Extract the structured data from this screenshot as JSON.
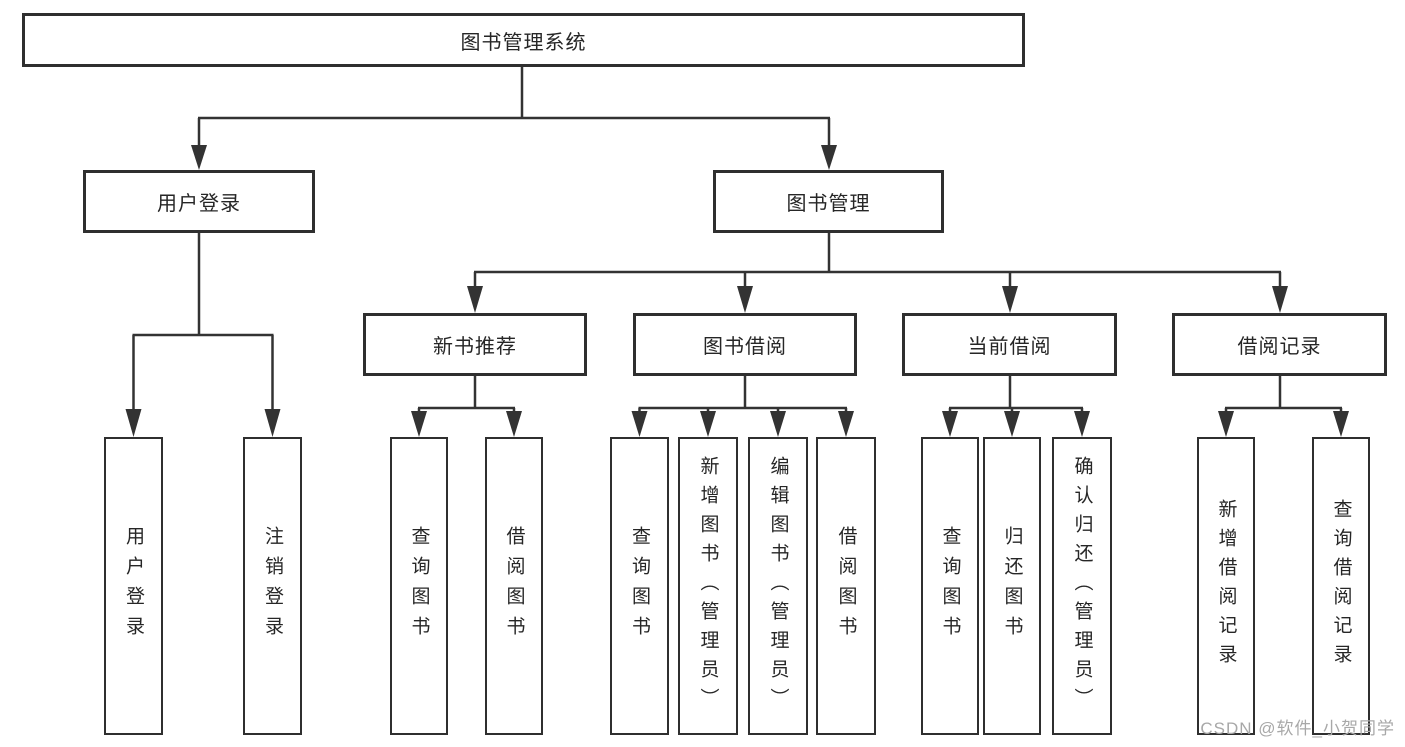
{
  "tree": {
    "root": {
      "label": "图书管理系统"
    },
    "branches": [
      {
        "label": "用户登录",
        "leaves": [
          "用户登录",
          "注销登录"
        ]
      },
      {
        "label": "图书管理",
        "groups": [
          {
            "label": "新书推荐",
            "leaves": [
              "查询图书",
              "借阅图书"
            ]
          },
          {
            "label": "图书借阅",
            "leaves": [
              "查询图书",
              "新增图书（管理员）",
              "编辑图书（管理员）",
              "借阅图书"
            ]
          },
          {
            "label": "当前借阅",
            "leaves": [
              "查询图书",
              "归还图书",
              "确认归还（管理员）"
            ]
          },
          {
            "label": "借阅记录",
            "leaves": [
              "新增借阅记录",
              "查询借阅记录"
            ]
          }
        ]
      }
    ]
  },
  "watermark": "CSDN @软件_小贺同学",
  "colors": {
    "line": "#333333",
    "border": "#2f2f2f",
    "text": "#262626",
    "watermark": "#a8a8a8",
    "background": "#ffffff"
  }
}
